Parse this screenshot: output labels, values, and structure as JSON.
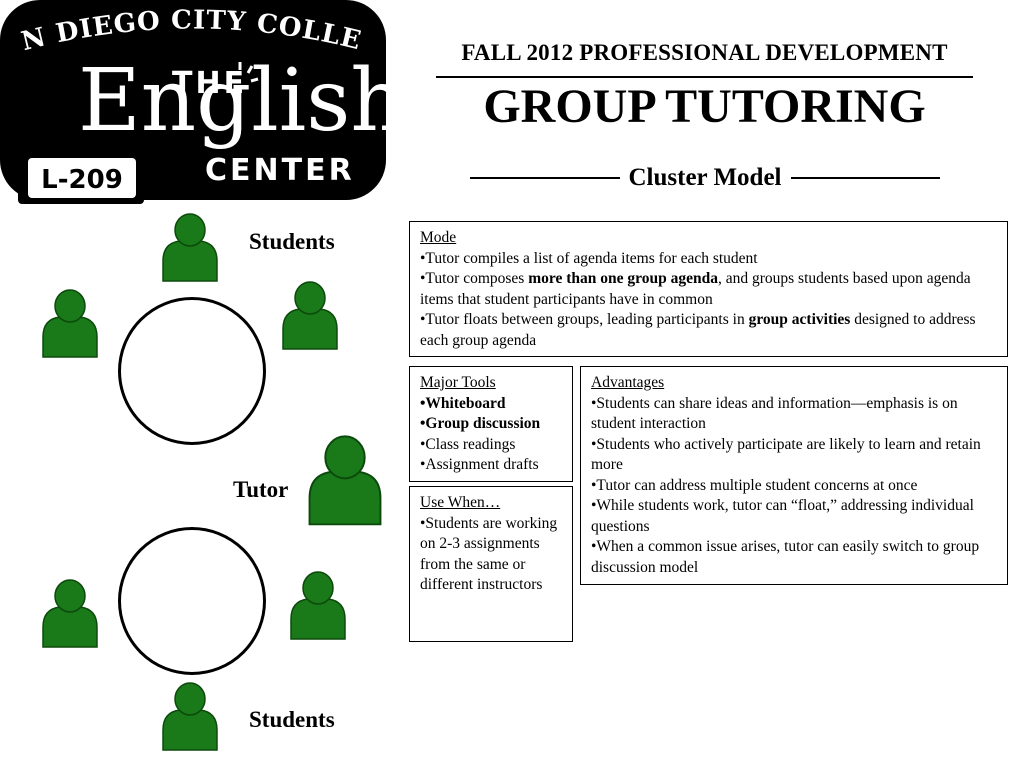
{
  "logo": {
    "arc_text": "SAN DIEGO CITY COLLEGE",
    "the": "THE",
    "english": "English",
    "center": "CENTER",
    "room": "L-209"
  },
  "header": {
    "subtitle": "FALL 2012 PROFESSIONAL DEVELOPMENT",
    "title": "GROUP TUTORING",
    "section": "Cluster Model"
  },
  "diagram": {
    "students_top": "Students",
    "tutor": "Tutor",
    "students_bottom": "Students",
    "person_color": "#1a7a1a"
  },
  "mode_box": {
    "title": "Mode",
    "items": [
      {
        "parts": [
          "•Tutor compiles a list of agenda items for each student"
        ]
      },
      {
        "parts": [
          "•Tutor composes ",
          "more than one group agenda",
          ", and groups students based upon agenda items that student participants have in common"
        ]
      },
      {
        "parts": [
          "•Tutor floats between groups, leading participants in ",
          "group activities",
          " designed to address each group agenda"
        ]
      }
    ]
  },
  "tools_box": {
    "title": "Major Tools",
    "items": [
      "•Whiteboard",
      "•Group discussion",
      "•Class readings",
      "•Assignment drafts"
    ]
  },
  "when_box": {
    "title": "Use When…",
    "text": "•Students are working on 2-3 assignments from the same or different instructors"
  },
  "advantages_box": {
    "title": "Advantages",
    "items": [
      "•Students can share ideas and information—emphasis is on student interaction",
      "•Students who actively participate are likely to learn and retain more",
      "•Tutor can address multiple student concerns at once",
      "•While students work, tutor can “float,” addressing individual questions",
      "•When a common issue arises, tutor can easily switch to group discussion model"
    ]
  }
}
